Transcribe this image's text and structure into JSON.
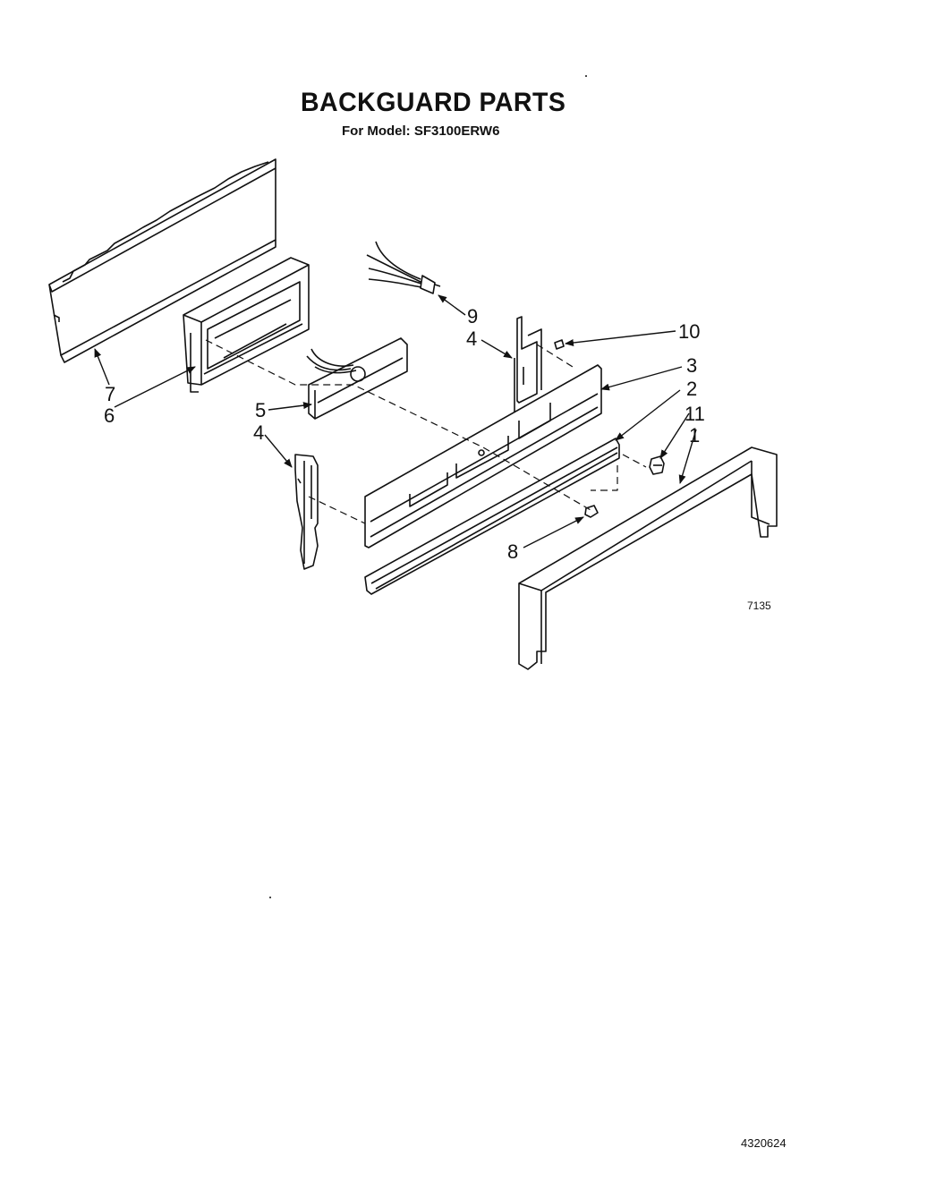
{
  "header": {
    "title": "BACKGUARD PARTS",
    "subtitle": "For Model: SF3100ERW6"
  },
  "callouts": {
    "c1": "1",
    "c2": "2",
    "c3": "3",
    "c4_upper": "4",
    "c4_lower": "4",
    "c5": "5",
    "c6": "6",
    "c7": "7",
    "c8": "8",
    "c9": "9",
    "c10": "10",
    "c11": "11"
  },
  "figure_code": "7135",
  "document_number": "4320624"
}
